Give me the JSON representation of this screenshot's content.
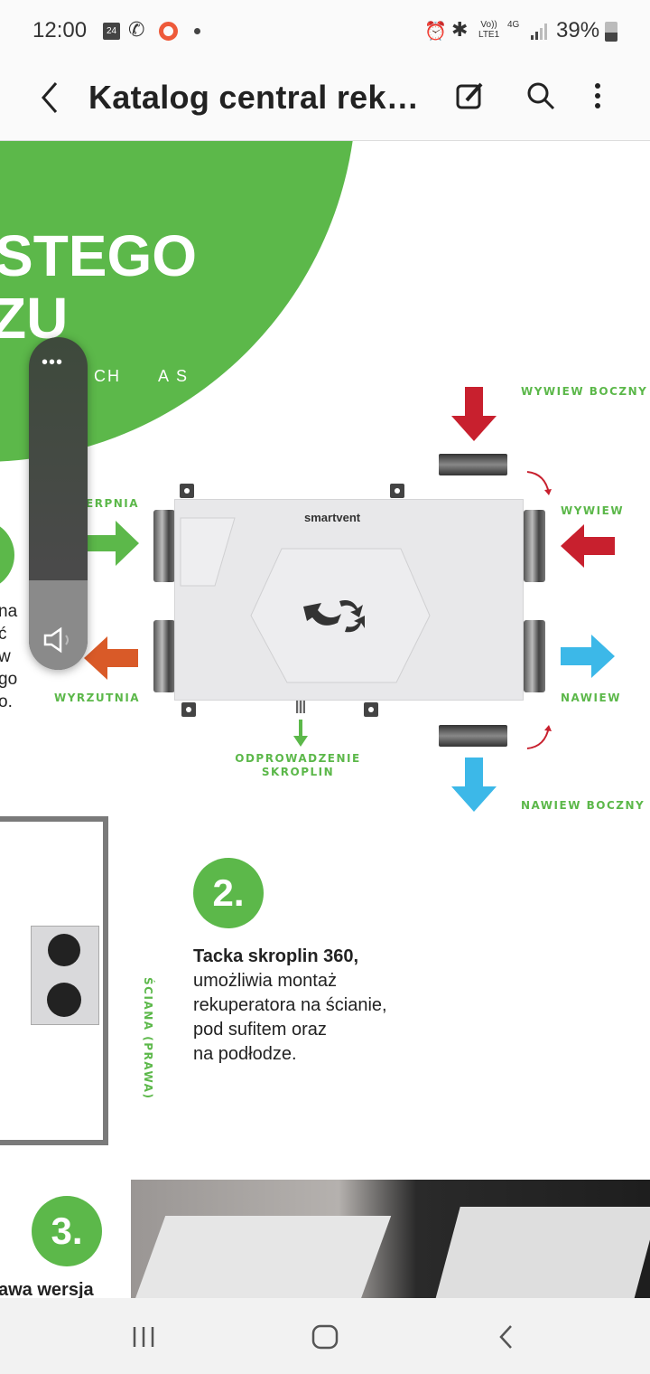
{
  "status_bar": {
    "time": "12:00",
    "calendar_day": "24",
    "network_top": "Vo))",
    "network_bottom": "LTE1",
    "network_type": "4G",
    "battery": "39%"
  },
  "app_bar": {
    "title": "Katalog central rek…",
    "icons": [
      "back-icon",
      "edit-icon",
      "search-icon",
      "more-icon"
    ]
  },
  "document": {
    "hero_line1": "STEGO",
    "hero_line2": "ZU",
    "hero_subtitle": "CH      A S",
    "left_fragments": [
      "na",
      "ć",
      "w",
      "go",
      "o."
    ],
    "diagram": {
      "brand": "smartvent",
      "labels": {
        "czerpnia": "ERPNIA",
        "wyrzutnia": "WYRZUTNIA",
        "wywiew_boczny": "WYWIEW BOCZNY",
        "wywiew": "WYWIEW",
        "nawiew": "NAWIEW",
        "nawiew_boczny": "NAWIEW BOCZNY",
        "odprowadzenie": "ODPROWADZENIE",
        "skroplin": "SKROPLIN"
      },
      "colors": {
        "green": "#5cb84a",
        "red": "#c8202e",
        "orange": "#d95a28",
        "blue": "#3cb8e8"
      }
    },
    "section2": {
      "number": "2.",
      "wall_label": "ŚCIANA (PRAWA)",
      "title": "Tacka skroplin 360,",
      "lines": [
        "umożliwia montaż",
        "rekuperatora na ścianie,",
        "pod sufitem oraz",
        "na podłodze."
      ]
    },
    "section3": {
      "number": "3.",
      "title_fragment": "awa wersja"
    }
  },
  "volume_panel": {
    "level_fraction": 0.27
  }
}
